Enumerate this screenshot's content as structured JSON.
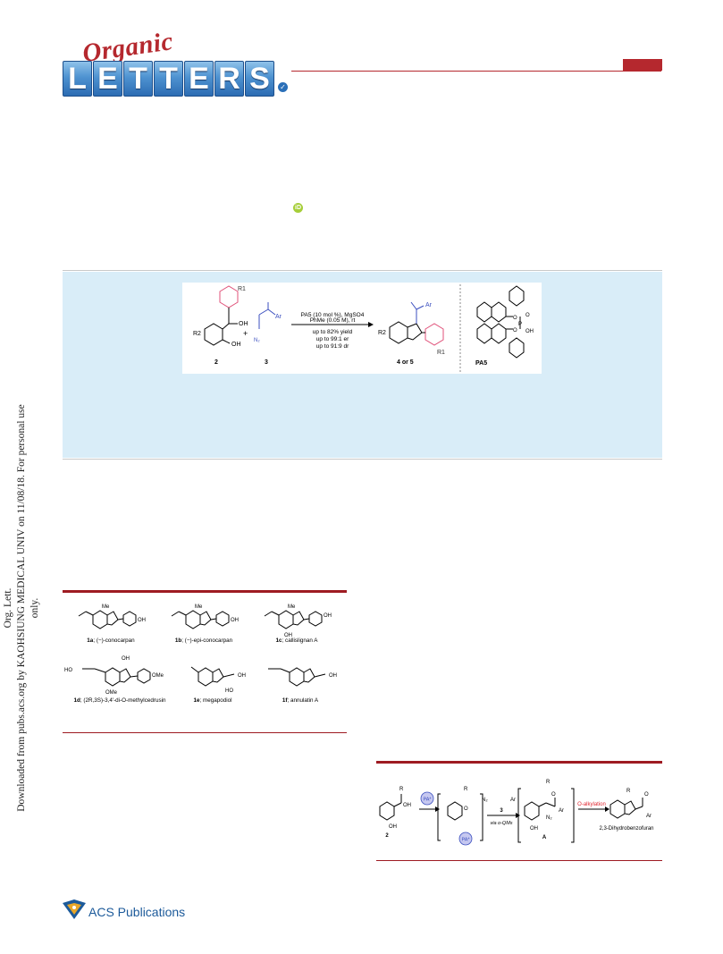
{
  "journal": {
    "logo_script": "Organic",
    "logo_letters": [
      "L",
      "E",
      "T",
      "T",
      "E",
      "R",
      "S"
    ]
  },
  "side_watermark": {
    "line1": "Org. Lett.",
    "line2": "Downloaded from pubs.acs.org by KAOHSIUNG MEDICAL UNIV on 11/08/18. For personal use only."
  },
  "abstract_graphic": {
    "reagent_1": "2",
    "reagent_2": "3",
    "plus": "+",
    "conditions_line1": "PA5 (10 mol %), MgSO4",
    "conditions_line2": "PhMe (0.05 M), rt",
    "result_yield": "up to 82% yield",
    "result_er": "up to 99:1 er",
    "result_dr": "up to 91:9 dr",
    "product_label": "4 or 5",
    "catalyst_label": "PA5",
    "substituent_r1": "R1",
    "substituent_r2": "R2",
    "oh": "OH",
    "ar": "Ar"
  },
  "figure1": {
    "compounds": [
      {
        "id": "1a",
        "name": "(−)-conocarpan"
      },
      {
        "id": "1b",
        "name": "(−)-epi-conocarpan"
      },
      {
        "id": "1c",
        "name": "callislignan A"
      },
      {
        "id": "1d",
        "name": "(2R,3S)-3,4′-di-O-methylcedrusin"
      },
      {
        "id": "1e",
        "name": "megapodiol"
      },
      {
        "id": "1f",
        "name": "annulatin A"
      }
    ]
  },
  "scheme": {
    "start_label": "2",
    "catalyst_badge": "PA*",
    "reagent": "3",
    "via_text": "via o-QMs",
    "intermediate_label": "A",
    "step_label": "O-alkylation",
    "product_name": "2,3-Dihydrobenzofuran"
  },
  "footer": {
    "publisher": "ACS Publications"
  },
  "colors": {
    "brand_red": "#b5282e",
    "abstract_bg": "#d9edf8",
    "acs_blue": "#1c5a9a"
  }
}
